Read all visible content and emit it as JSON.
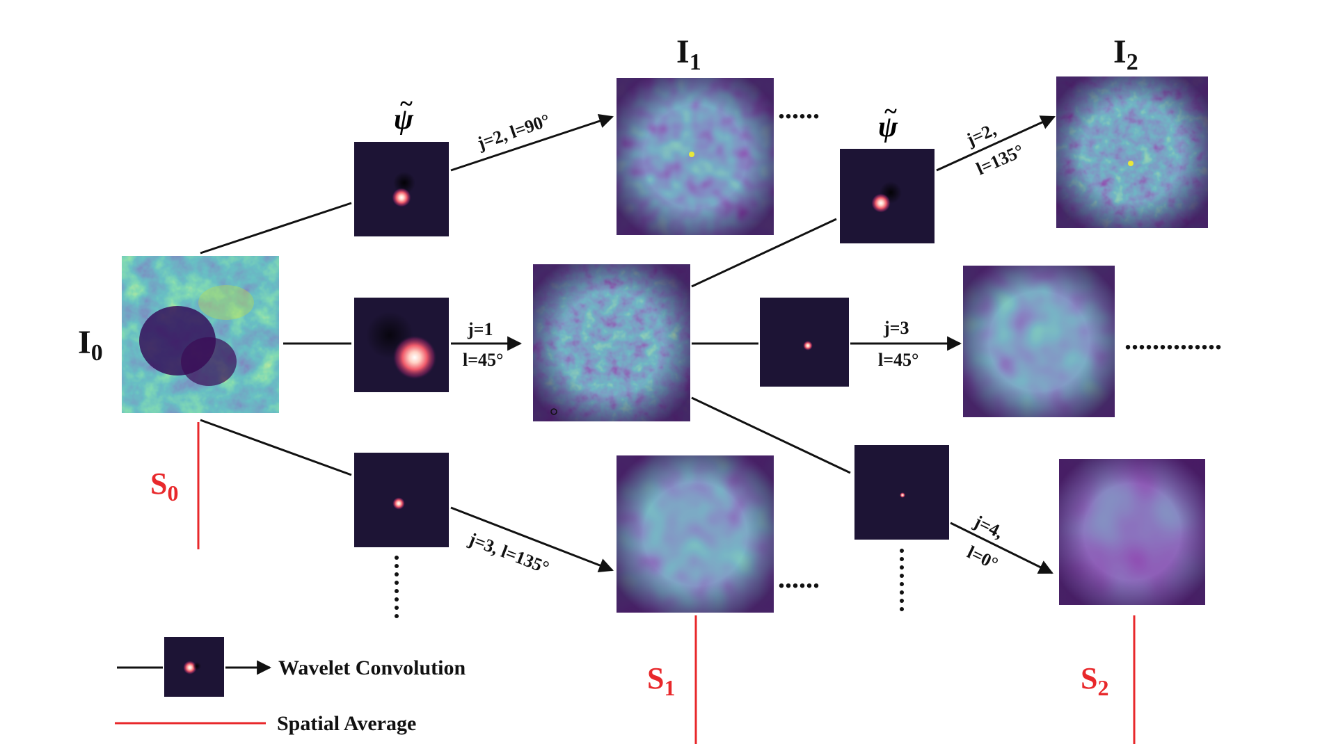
{
  "nodes": {
    "i0": {
      "label": "I",
      "sub": "0"
    },
    "i1": {
      "label": "I",
      "sub": "1"
    },
    "i2": {
      "label": "I",
      "sub": "2"
    },
    "s0": {
      "label": "S",
      "sub": "0"
    },
    "s1": {
      "label": "S",
      "sub": "1"
    },
    "s2": {
      "label": "S",
      "sub": "2"
    }
  },
  "filter_symbol": "ψ",
  "filter_tilde": "~",
  "edges": {
    "e1": {
      "text": "j=2, l=90°"
    },
    "e2": {
      "line1": "j=1",
      "line2": "l=45°"
    },
    "e3": {
      "text": "j=3, l=135°"
    },
    "e4": {
      "line1": "j=2,",
      "line2": "l=135°"
    },
    "e5": {
      "line1": "j=3",
      "line2": "l=45°"
    },
    "e6": {
      "line1": "j=4,",
      "line2": "l=0°"
    }
  },
  "legend": {
    "wavelet": "Wavelet Convolution",
    "average": "Spatial Average"
  },
  "ellipsis": "......",
  "ellipsis_long": "..............",
  "colors": {
    "red": "#e8282b",
    "black": "#111111",
    "panel_dark": "#1d1435"
  }
}
